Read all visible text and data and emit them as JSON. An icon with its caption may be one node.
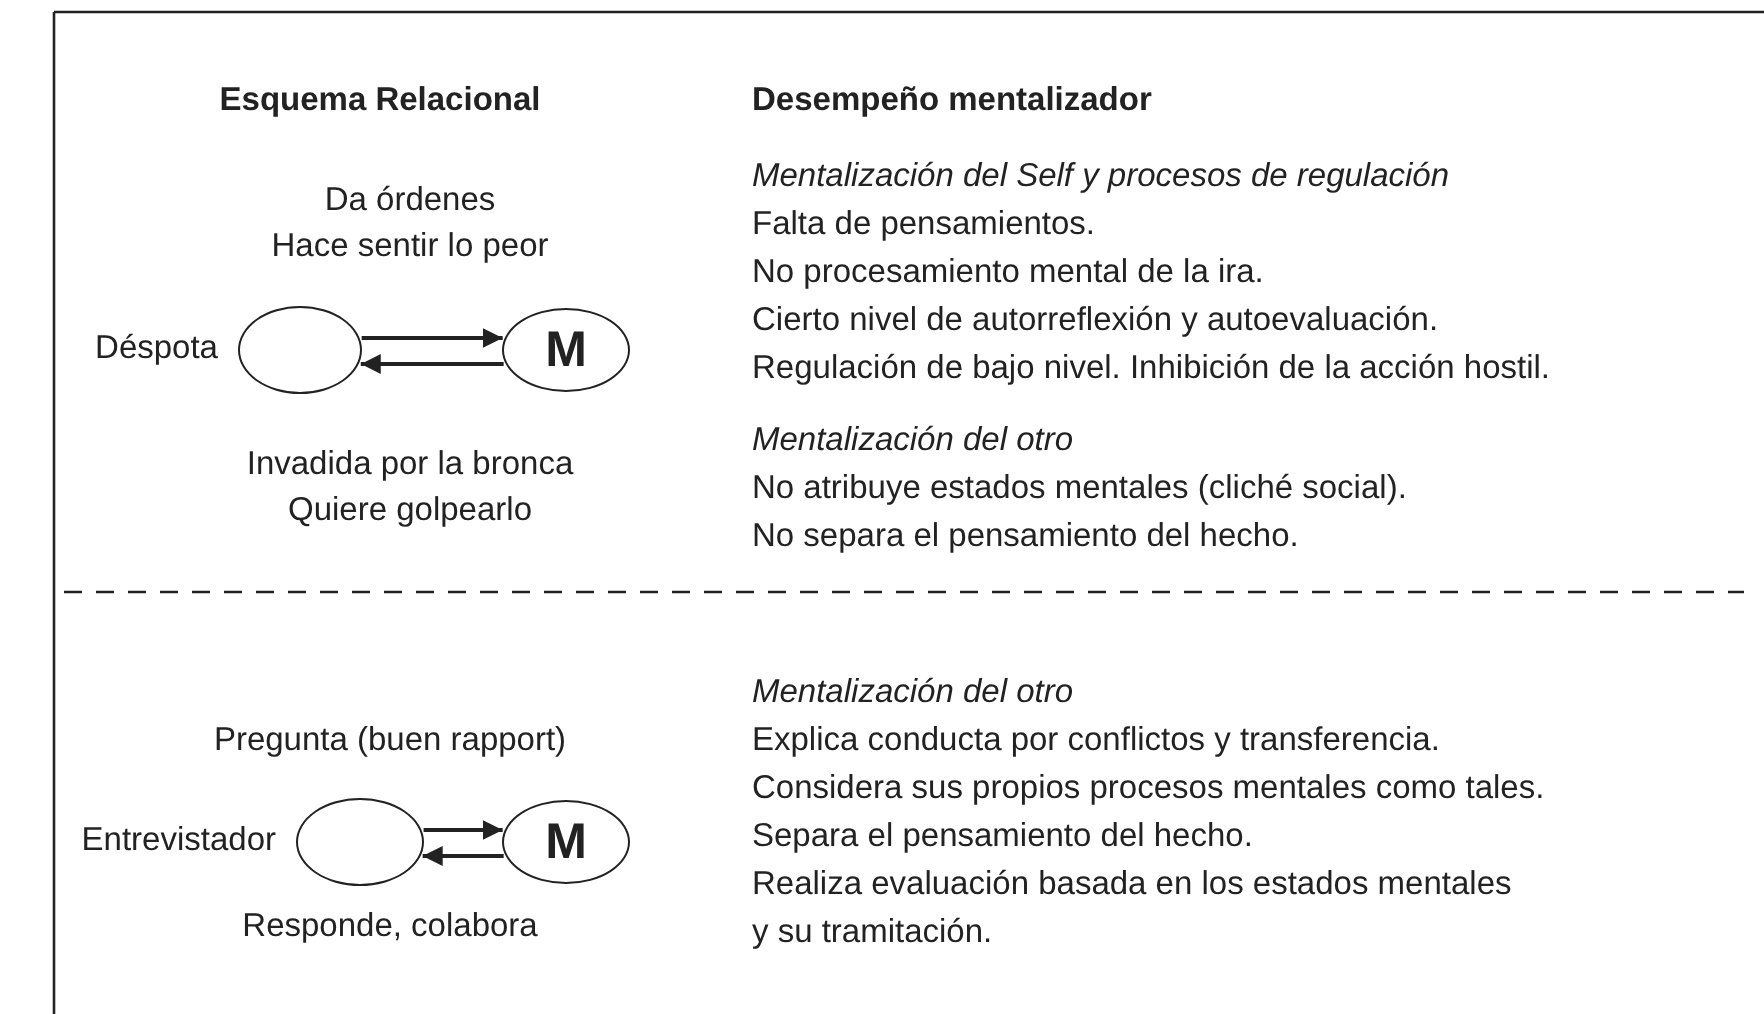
{
  "diagram": {
    "nodes": [
      {
        "text": [],
        "shape": "circle",
        "beside": [
          "Déspota"
        ]
      },
      {
        "text": [
          "M"
        ]
      },
      {
        "text": [],
        "shape": "circle",
        "beside": [
          "Entrevistador"
        ]
      },
      {
        "text": [
          "M"
        ]
      }
    ],
    "edges": [
      {
        "from": 0,
        "to": 1,
        "arrow": "to"
      },
      {
        "from": 1,
        "to": 0,
        "arrow": "to"
      },
      {
        "from": 2,
        "to": 3,
        "arrow": "to"
      },
      {
        "from": 3,
        "to": 2,
        "arrow": "to"
      }
    ],
    "labels": [
      "Esquema Relacional",
      "Desempeño mentalizador",
      "Da órdenes",
      "Hace sentir lo peor",
      "Mentalización del Self y procesos de regulación",
      "Falta de pensamientos.",
      "No procesamiento mental de la ira.",
      "Cierto nivel de autorreflexión y autoevaluación.",
      "Regulación de bajo nivel. Inhibición de la acción hostil.",
      "Invadida por la bronca",
      "Quiere golpearlo",
      "Mentalización del otro",
      "No atribuye estados mentales (cliché social).",
      "No separa el pensamiento del hecho.",
      "Mentalización del otro",
      "Pregunta (buen rapport)",
      "Explica conducta por conflictos y transferencia.",
      "Considera sus propios procesos mentales como tales.",
      "Separa el pensamiento del hecho.",
      "Responde, colabora",
      "Realiza evaluación basada en los estados mentales y su tramitación."
    ]
  }
}
